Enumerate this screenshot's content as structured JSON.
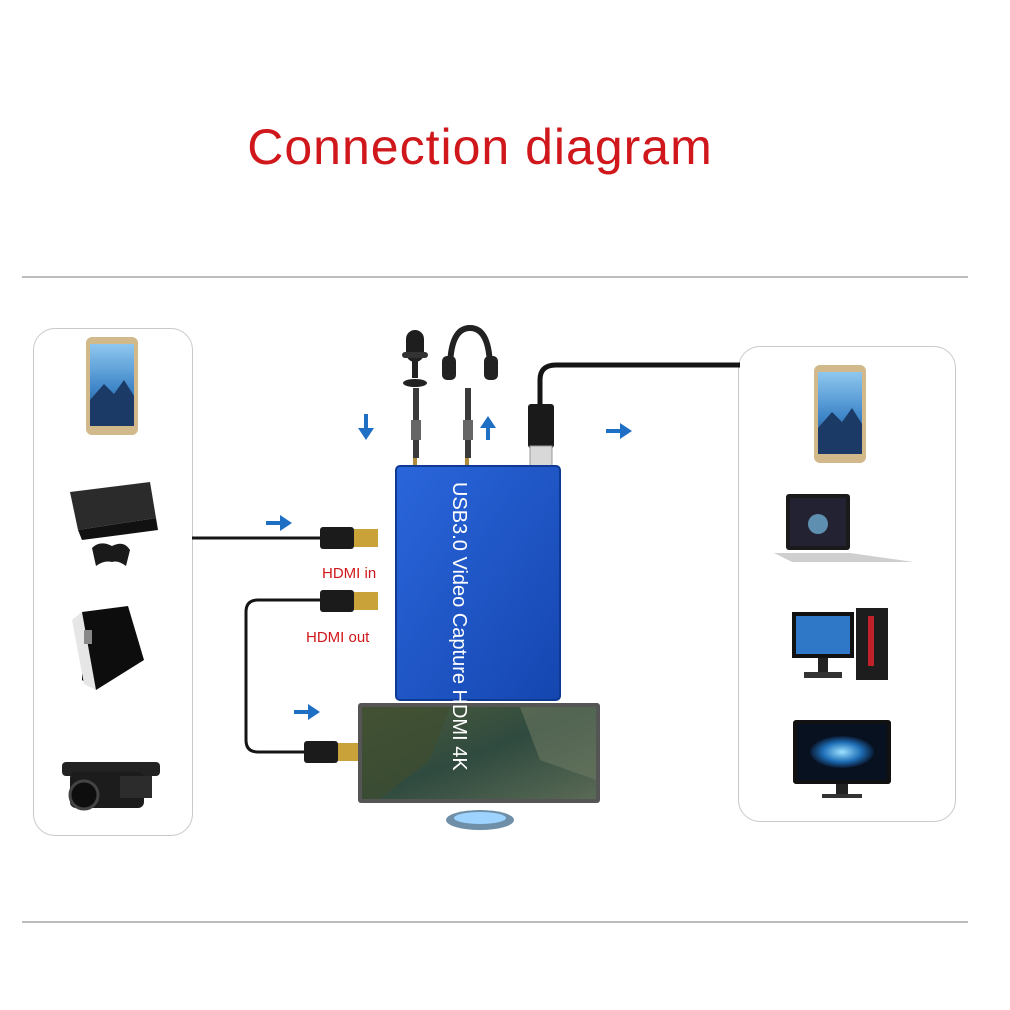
{
  "title": "Connection diagram",
  "device": {
    "label": "USB3.0 Video Capture HDMI 4K"
  },
  "ports": {
    "hdmi_in": "HDMI in",
    "hdmi_out": "HDMI out"
  },
  "colors": {
    "title": "#d0171c",
    "device": "#1f56c9",
    "arrow": "#1f6fc4",
    "panel_border": "#c9c9c9"
  },
  "sources": [
    "phone",
    "game-console",
    "media-player",
    "video-camera"
  ],
  "outputs": [
    "phone",
    "laptop",
    "desktop-pc",
    "monitor"
  ],
  "audio": [
    "microphone",
    "headphones"
  ]
}
